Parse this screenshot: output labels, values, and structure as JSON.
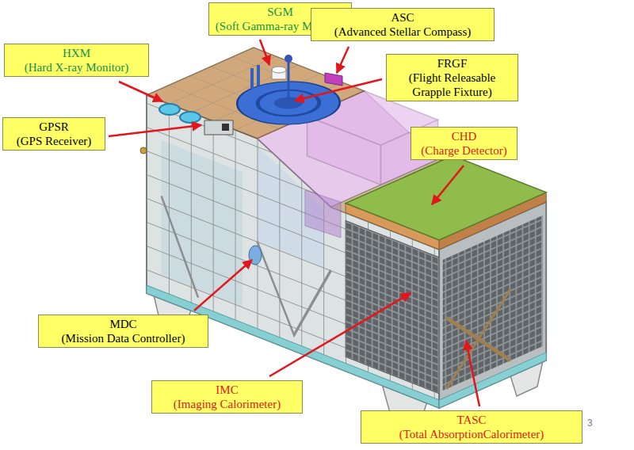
{
  "diagram": {
    "nodes": [
      {
        "text": [
          "SGM",
          "(Soft Gamma-ray Monitor)"
        ]
      },
      {
        "text": [
          "ASC",
          "(Advanced Stellar Compass)"
        ]
      },
      {
        "text": [
          "HXM",
          "(Hard X-ray Monitor)"
        ]
      },
      {
        "text": [
          "FRGF",
          "(Flight Releasable Grapple Fixture)"
        ]
      },
      {
        "text": [
          "GPSR",
          "(GPS Receiver)"
        ]
      },
      {
        "text": [
          "CHD",
          "(Charge Detector)"
        ]
      },
      {
        "text": [
          "MDC",
          "(Mission Data Controller)"
        ]
      },
      {
        "text": [
          "IMC",
          "(Imaging Calorimeter)"
        ]
      },
      {
        "text": [
          "TASC",
          "(Total AbsorptionCalorimeter)"
        ]
      }
    ],
    "labels": [
      "3"
    ]
  }
}
